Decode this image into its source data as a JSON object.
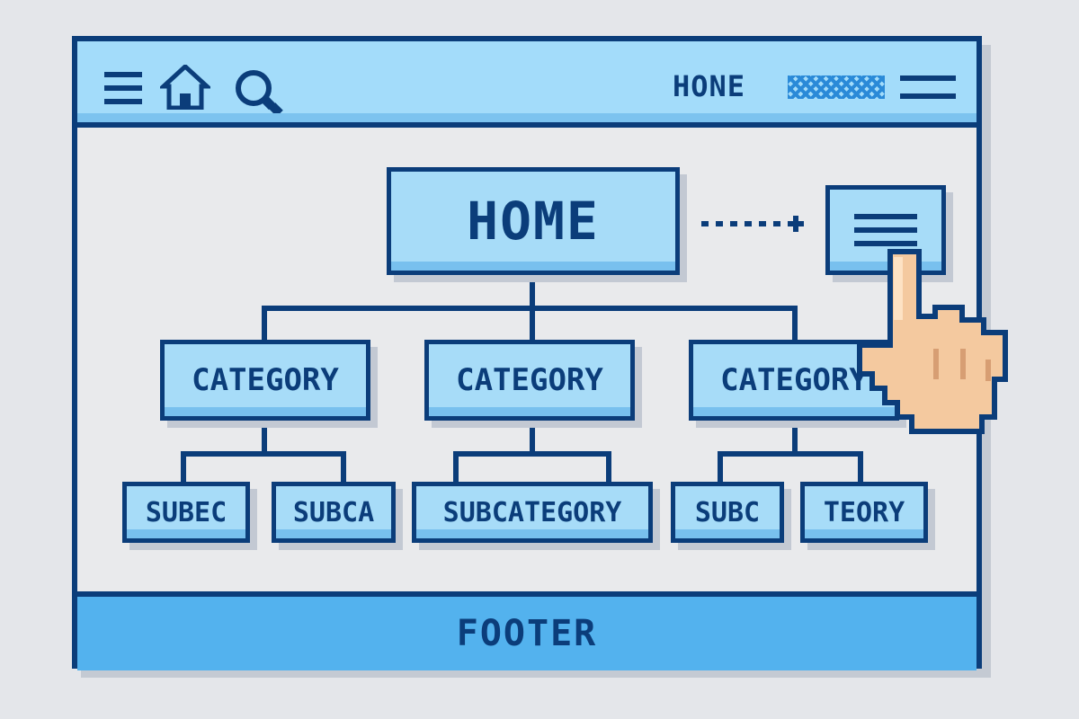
{
  "header": {
    "home_link_label": "HONE"
  },
  "diagram": {
    "home_label": "HOME",
    "categories": [
      "CATEGORY",
      "CATEGORY",
      "CATEGORY"
    ],
    "subcategories": [
      "SUBEC",
      "SUBCA",
      "SUBCATEGORY",
      "SUBC",
      "TEORY"
    ]
  },
  "footer": {
    "label": "FOOTER"
  },
  "colors": {
    "background": "#e4e6ea",
    "border": "#0b3d7a",
    "header_fill": "#a3dcfa",
    "node_fill": "#a7dcf8",
    "footer_fill": "#53b2ee",
    "hand_skin": "#f4c99f"
  }
}
